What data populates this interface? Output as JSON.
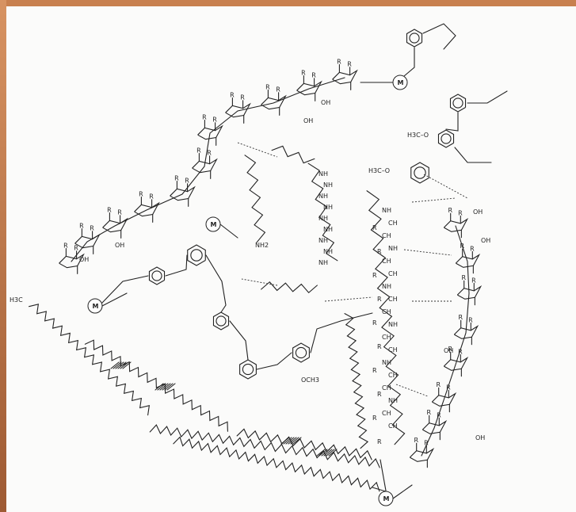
{
  "diagram": {
    "metal_label": "M",
    "chain_label": "H3C",
    "group_labels": [
      "H3C–O",
      "OCH3",
      "NH2",
      "OH",
      "NH",
      "R"
    ]
  },
  "colors": {
    "frame": "#c07445",
    "paper": "#fbfbfa",
    "ink": "#222222"
  }
}
